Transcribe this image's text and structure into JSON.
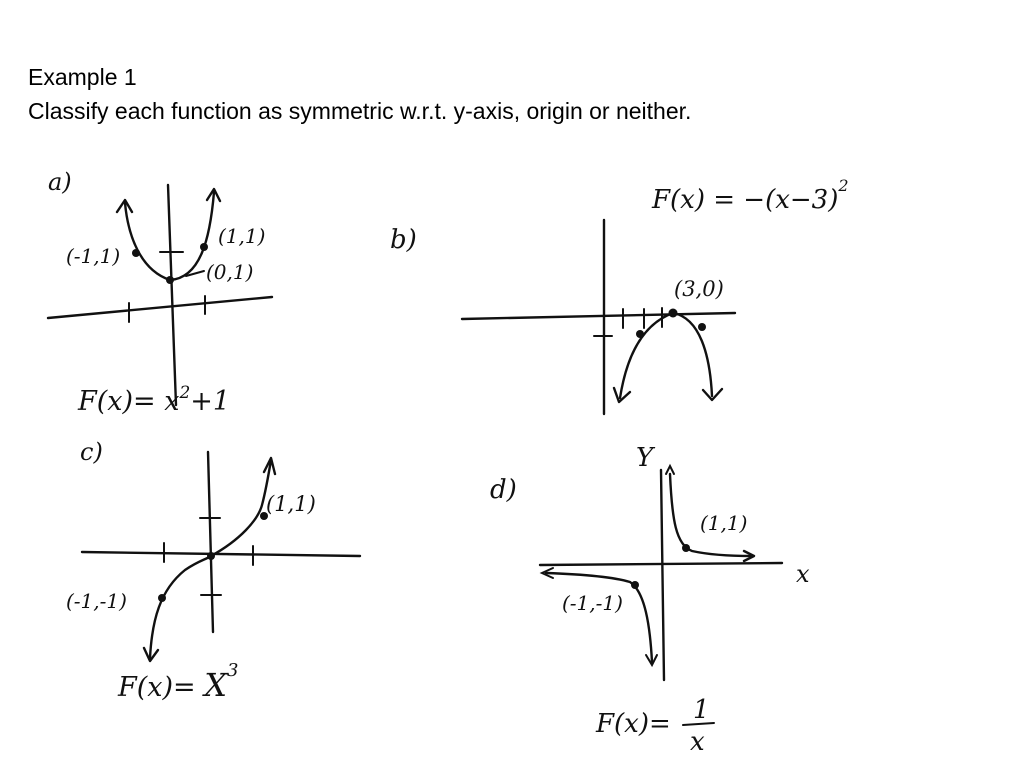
{
  "heading": {
    "line1": "Example 1",
    "line2": "Classify each function as symmetric w.r.t. y-axis, origin or neither."
  },
  "graphs": {
    "a": {
      "label": "a)",
      "formula_lhs": "F(x)= ",
      "formula_base": "x",
      "formula_exp": "2",
      "formula_tail": "+1",
      "points": [
        "(-1,1)",
        "(1,1)",
        "(0,1)"
      ]
    },
    "b": {
      "label": "b)",
      "formula_lhs": "F(x) = −(x−3)",
      "formula_exp": "2",
      "points": [
        "(3,0)"
      ]
    },
    "c": {
      "label": "c)",
      "formula_lhs": "F(x)= ",
      "formula_base": "X",
      "formula_exp": "3",
      "points": [
        "(1,1)",
        "(-1,-1)"
      ]
    },
    "d": {
      "label": "d)",
      "y_axis_label": "Y",
      "x_axis_label": "x",
      "formula_lhs": "F(x)=",
      "formula_num": "1",
      "formula_den": "x",
      "points": [
        "(1,1)",
        "(-1,-1)"
      ]
    }
  }
}
